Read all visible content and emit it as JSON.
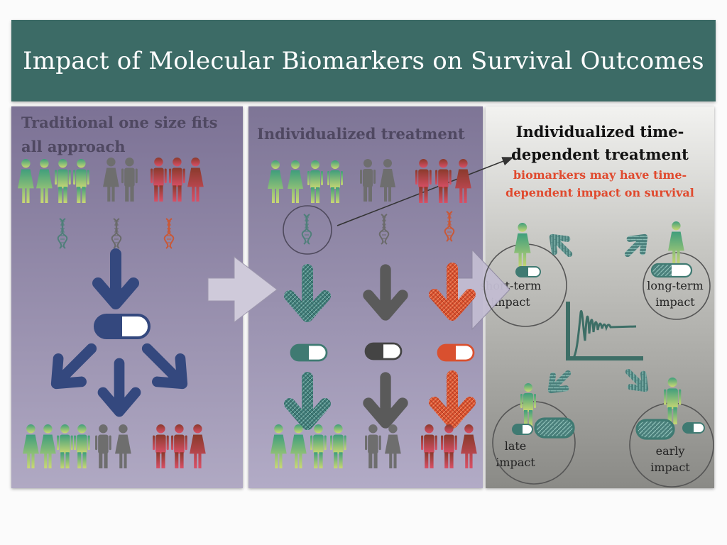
{
  "slide": {
    "title": "Impact of Molecular Biomarkers on Survival Outcomes"
  },
  "panels": [
    {
      "heading": "Traditional one size fits all approach"
    },
    {
      "heading": "Individualized treatment"
    },
    {
      "heading": "Individualized time-dependent treatment",
      "subheading": "biomarkers may have time-dependent impact on survival",
      "impacts": [
        {
          "label_line1": "short-term",
          "label_line2": "impact"
        },
        {
          "label_line1": "long-term",
          "label_line2": "impact"
        },
        {
          "label_line1": "late",
          "label_line2": "impact"
        },
        {
          "label_line1": "early",
          "label_line2": "impact"
        }
      ]
    }
  ],
  "colors": {
    "title_bar": "#3c6b66",
    "green_group": "#5aa77e",
    "gray_group": "#6f6f6f",
    "red_group": "#b8443c",
    "pill_blue": "#34487e",
    "accent_red": "#e04a2e"
  },
  "icons": {
    "person": "person-icon",
    "dna": "dna-icon",
    "pill": "pill-icon",
    "arrow": "arrow-icon",
    "curve": "survival-curve-icon"
  }
}
